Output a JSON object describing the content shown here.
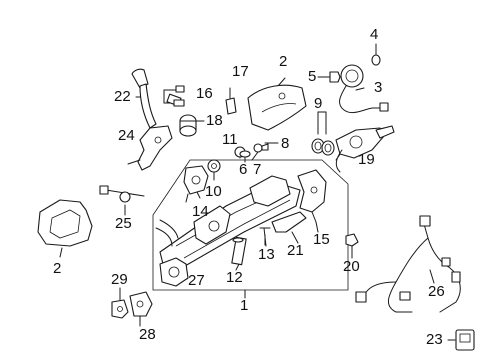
{
  "diagram": {
    "callouts": [
      {
        "id": "c1",
        "text": "1"
      },
      {
        "id": "c2a",
        "text": "2"
      },
      {
        "id": "c2b",
        "text": "2"
      },
      {
        "id": "c3",
        "text": "3"
      },
      {
        "id": "c4",
        "text": "4"
      },
      {
        "id": "c5",
        "text": "5"
      },
      {
        "id": "c6",
        "text": "6"
      },
      {
        "id": "c7",
        "text": "7"
      },
      {
        "id": "c8",
        "text": "8"
      },
      {
        "id": "c9",
        "text": "9"
      },
      {
        "id": "c10",
        "text": "10"
      },
      {
        "id": "c11",
        "text": "11"
      },
      {
        "id": "c12",
        "text": "12"
      },
      {
        "id": "c13",
        "text": "13"
      },
      {
        "id": "c14",
        "text": "14"
      },
      {
        "id": "c15",
        "text": "15"
      },
      {
        "id": "c16",
        "text": "16"
      },
      {
        "id": "c17",
        "text": "17"
      },
      {
        "id": "c18",
        "text": "18"
      },
      {
        "id": "c19",
        "text": "19"
      },
      {
        "id": "c20",
        "text": "20"
      },
      {
        "id": "c21",
        "text": "21"
      },
      {
        "id": "c22",
        "text": "22"
      },
      {
        "id": "c23",
        "text": "23"
      },
      {
        "id": "c24",
        "text": "24"
      },
      {
        "id": "c25",
        "text": "25"
      },
      {
        "id": "c26",
        "text": "26"
      },
      {
        "id": "c27",
        "text": "27"
      },
      {
        "id": "c28",
        "text": "28"
      },
      {
        "id": "c29",
        "text": "29"
      }
    ]
  }
}
